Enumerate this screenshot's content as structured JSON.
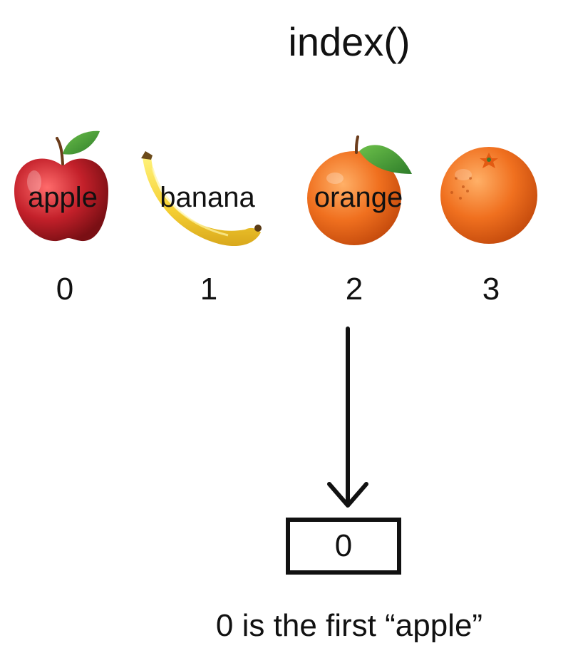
{
  "title": "index()",
  "fruits": [
    {
      "label": "apple",
      "index": "0",
      "icon": "apple-icon"
    },
    {
      "label": "banana",
      "index": "1",
      "icon": "banana-icon"
    },
    {
      "label": "orange",
      "index": "2",
      "icon": "orange-icon"
    },
    {
      "label": "",
      "index": "3",
      "icon": "orange-icon"
    }
  ],
  "result": {
    "value": "0",
    "caption": "0 is the first “apple”"
  },
  "colors": {
    "apple": "#b01e24",
    "banana": "#f3cf3a",
    "orange": "#ee6a1c",
    "leaf": "#3f9a35"
  }
}
